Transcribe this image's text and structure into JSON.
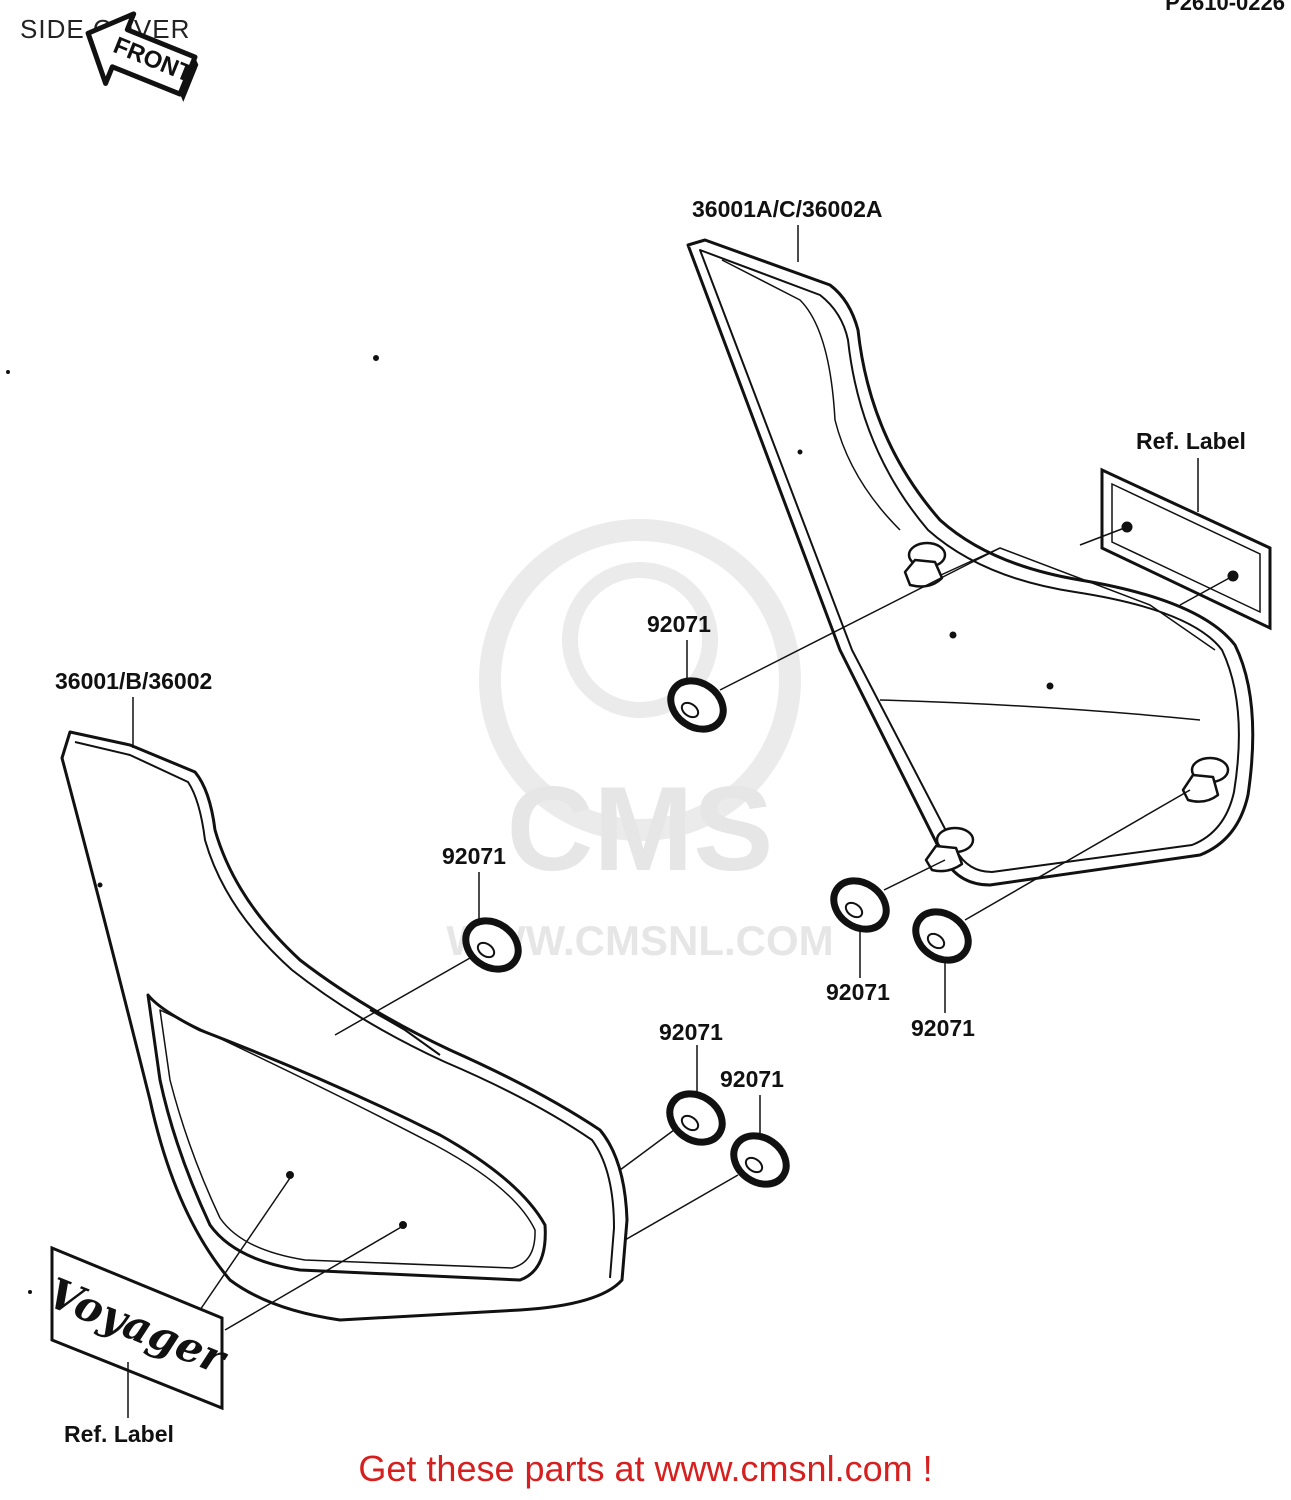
{
  "header": {
    "title": "SIDE COVER",
    "diagram_code": "P2610-0226"
  },
  "front_arrow": {
    "label": "FRONT"
  },
  "watermark": {
    "brand": "CMS",
    "site": "WWW.CMSNL.COM"
  },
  "parts": {
    "right_cover": "36001A/C/36002A",
    "left_cover": "36001/B/36002",
    "grommet": "92071",
    "ref_label": "Ref. Label"
  },
  "decal": {
    "text": "Voyager"
  },
  "footer": {
    "text": "Get these parts at www.cmsnl.com !"
  }
}
